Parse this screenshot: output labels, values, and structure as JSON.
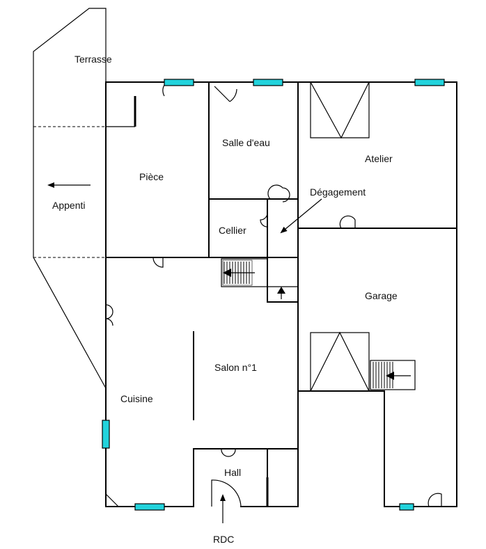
{
  "plan": {
    "level_label": "RDC",
    "colors": {
      "wall": "#000000",
      "window": "#22d3dc",
      "background": "#ffffff"
    },
    "rooms": [
      {
        "id": "terrasse",
        "label": "Terrasse"
      },
      {
        "id": "appenti",
        "label": "Appenti"
      },
      {
        "id": "piece",
        "label": "Pièce"
      },
      {
        "id": "salle-d-eau",
        "label": "Salle d'eau"
      },
      {
        "id": "atelier",
        "label": "Atelier"
      },
      {
        "id": "degagement",
        "label": "Dégagement"
      },
      {
        "id": "cellier",
        "label": "Cellier"
      },
      {
        "id": "garage",
        "label": "Garage"
      },
      {
        "id": "salon",
        "label": "Salon n°1"
      },
      {
        "id": "cuisine",
        "label": "Cuisine"
      },
      {
        "id": "hall",
        "label": "Hall"
      }
    ]
  }
}
